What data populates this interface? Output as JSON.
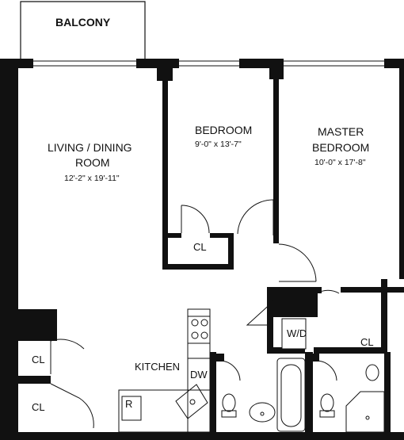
{
  "plan": {
    "balcony": "BALCONY",
    "living_name_line1": "LIVING / DINING",
    "living_name_line2": "ROOM",
    "living_dims": "12'-2\" x 19'-11\"",
    "bedroom_name": "BEDROOM",
    "bedroom_dims": "9'-0\" x 13'-7\"",
    "master_name_line1": "MASTER",
    "master_name_line2": "BEDROOM",
    "master_dims": "10'-0\" x 17'-8\"",
    "closet_bedroom": "CL",
    "closet_master": "CL",
    "closet_left_upper": "CL",
    "closet_left_lower": "CL",
    "kitchen": "KITCHEN",
    "dishwasher": "DW",
    "refrigerator": "R",
    "washer_dryer": "W/D"
  }
}
